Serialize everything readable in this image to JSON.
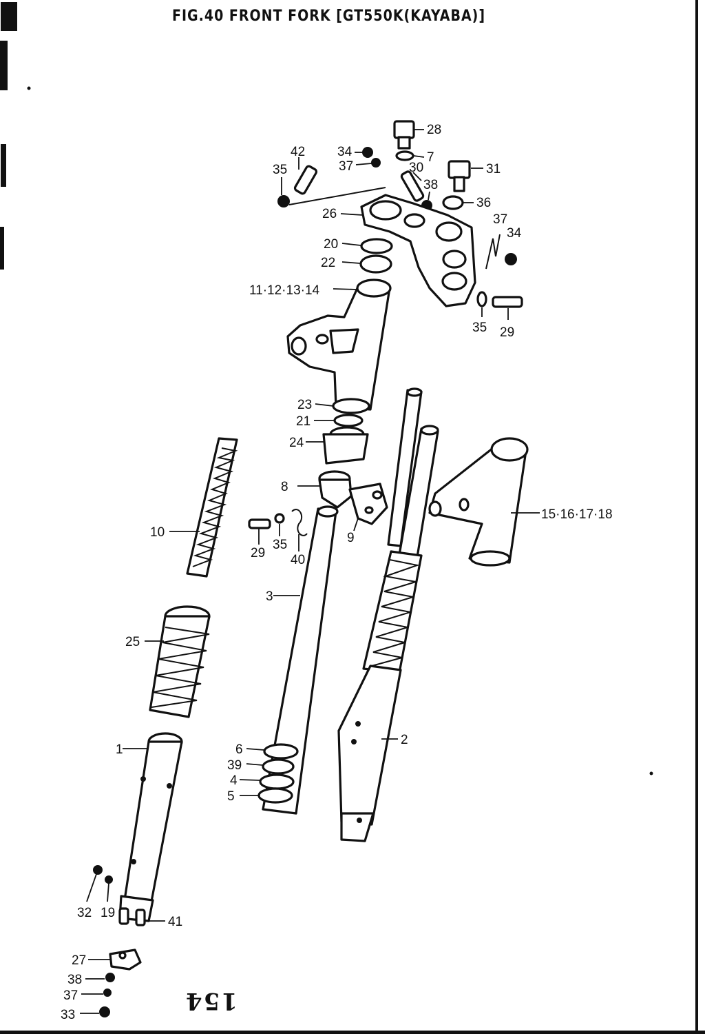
{
  "figure": {
    "title": "FIG.40  FRONT FORK [GT550K(KAYABA)]",
    "page_number": "154"
  },
  "labels": {
    "l1": "1",
    "l2": "2",
    "l3": "3",
    "l4": "4",
    "l5": "5",
    "l6": "6",
    "l7": "7",
    "l8": "8",
    "l9": "9",
    "l10": "10",
    "l11_14": "11·12·13·14",
    "l15_18": "15·16·17·18",
    "l19": "19",
    "l20": "20",
    "l21": "21",
    "l22": "22",
    "l23": "23",
    "l24": "24",
    "l25": "25",
    "l26": "26",
    "l27": "27",
    "l28": "28",
    "l29a": "29",
    "l29b": "29",
    "l30": "30",
    "l31": "31",
    "l32": "32",
    "l33": "33",
    "l34a": "34",
    "l34b": "34",
    "l35a": "35",
    "l35b": "35",
    "l35c": "35",
    "l36": "36",
    "l37a": "37",
    "l37b": "37",
    "l37c": "37",
    "l38a": "38",
    "l38b": "38",
    "l39": "39",
    "l40": "40",
    "l41": "41",
    "l42": "42"
  }
}
